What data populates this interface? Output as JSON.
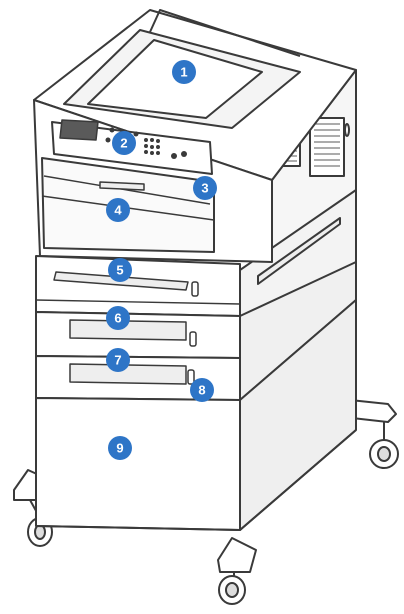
{
  "colors": {
    "outline": "#3a3a3a",
    "body": "#ffffff",
    "shade": "#eeeeee",
    "dark_panel": "#5a5a5a",
    "callout": "#2e75c7",
    "callout_text": "#ffffff"
  },
  "callouts": [
    {
      "id": "output-tray",
      "label": "1"
    },
    {
      "id": "control-panel",
      "label": "2"
    },
    {
      "id": "front-door-latch",
      "label": "3"
    },
    {
      "id": "front-door",
      "label": "4"
    },
    {
      "id": "tray-1",
      "label": "5"
    },
    {
      "id": "tray-2",
      "label": "6"
    },
    {
      "id": "tray-3",
      "label": "7"
    },
    {
      "id": "paper-level-indicator",
      "label": "8"
    },
    {
      "id": "cabinet",
      "label": "9"
    }
  ]
}
